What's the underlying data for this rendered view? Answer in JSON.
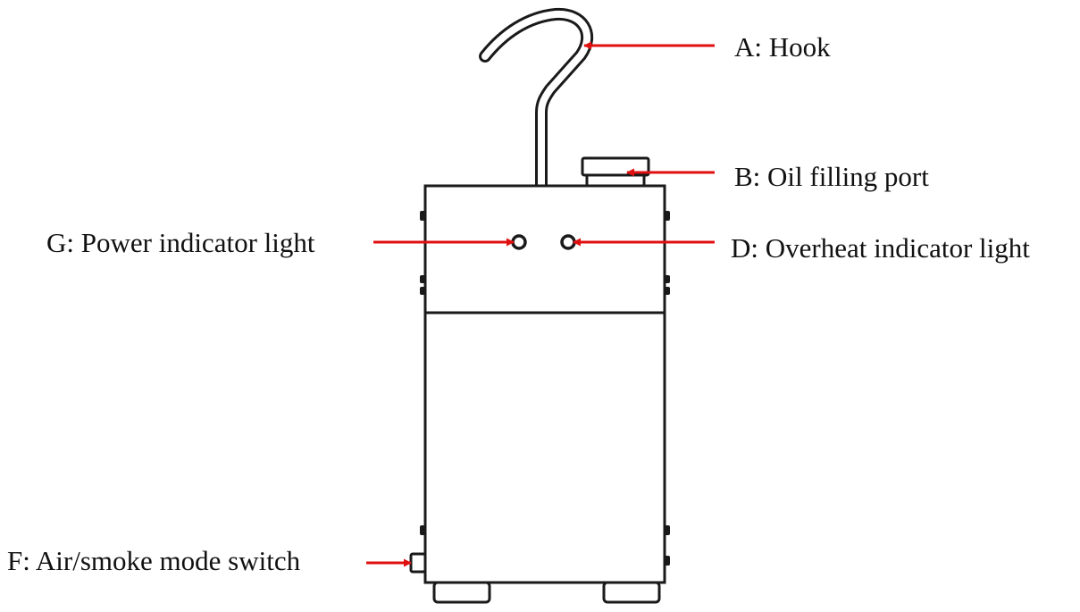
{
  "labels": {
    "hook": "A: Hook",
    "oil_filling_port": "B: Oil filling port",
    "overheat_indicator": "D: Overheat indicator light",
    "power_indicator": "G: Power indicator light",
    "mode_switch": "F: Air/smoke mode switch"
  },
  "colors": {
    "outline": "#1a1a1a",
    "arrow": "#e01010",
    "background": "#ffffff"
  }
}
